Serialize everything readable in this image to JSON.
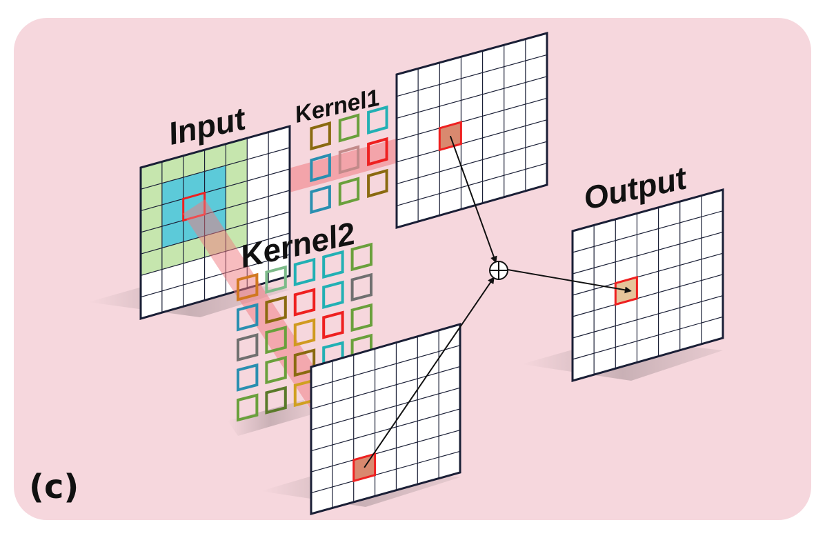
{
  "panel_label": "(c)",
  "labels": {
    "input": "Input",
    "kernel1": "Kernel1",
    "kernel2": "Kernel2",
    "output": "Output"
  },
  "colors": {
    "background": "#f6d7dd",
    "input_outer_region": "#c6e6ae",
    "input_inner_region": "#5ccad9",
    "highlight": "#ee2020",
    "beam": "#f07a80",
    "grid_line": "#1a1f36"
  },
  "kernel1_colors": [
    [
      "#8a6a10",
      "#6aa03c",
      "#22b0b4"
    ],
    [
      "#2a8fb0",
      "#c28a8a",
      "#ee2020"
    ],
    [
      "#2a8fb0",
      "#6aa03c",
      "#8a6a10"
    ]
  ],
  "kernel2_colors": [
    [
      "#d07820",
      "#7dbb8a",
      "#22b0b4",
      "#22b0b4",
      "#6aa03c"
    ],
    [
      "#2a8fb0",
      "#8a6a10",
      "#ee2020",
      "#22b0b4",
      "#707070"
    ],
    [
      "#707070",
      "#6aa03c",
      "#d09a20",
      "#ee2020",
      "#6aa03c"
    ],
    [
      "#2a8fb0",
      "#6aa03c",
      "#8a6a10",
      "#22b0b4",
      "#6aa03c"
    ],
    [
      "#6aa03c",
      "#5a7a2a",
      "#d0a020",
      "#6aa03c",
      "#2a8fb0"
    ]
  ],
  "grid_size": 7,
  "sum_symbol": "⊕"
}
